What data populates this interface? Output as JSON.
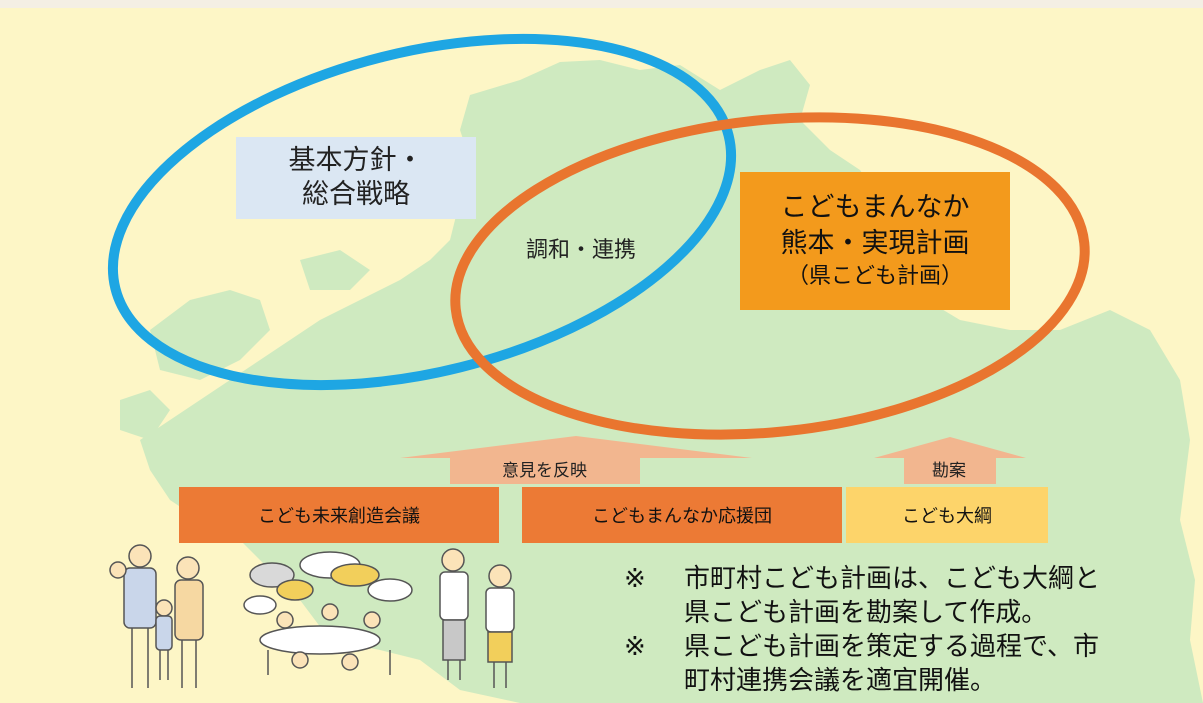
{
  "policy_box": {
    "line1": "基本方針・",
    "line2": "総合戦略"
  },
  "plan_box": {
    "line1": "こどもまんなか",
    "line2": "熊本・実現計画",
    "line3": "（県こども計画）"
  },
  "overlap_label": "調和・連携",
  "arrows": {
    "reflect": "意見を反映",
    "consider": "勘案"
  },
  "organizations": [
    {
      "label": "こども未来創造会議"
    },
    {
      "label": "こどもまんなか応援団"
    },
    {
      "label": "こども大綱"
    }
  ],
  "notes": [
    {
      "mark": "※",
      "line1": "市町村こども計画は、こども大綱と",
      "line2": "県こども計画を勘案して作成。"
    },
    {
      "mark": "※",
      "line1": "県こども計画を策定する過程で、市",
      "line2": "町村連携会議を適宜開催。"
    }
  ],
  "colors": {
    "background": "#fdf6c6",
    "map": "#cfeac0",
    "blue_ellipse": "#1ea6e3",
    "orange_ellipse": "#e9752f",
    "plan_box": "#f39a1c",
    "policy_box": "#dbe7f3",
    "org_orange": "#ec7a35",
    "org_yellow": "#fdd46a",
    "arrow": "#f2b68f"
  }
}
